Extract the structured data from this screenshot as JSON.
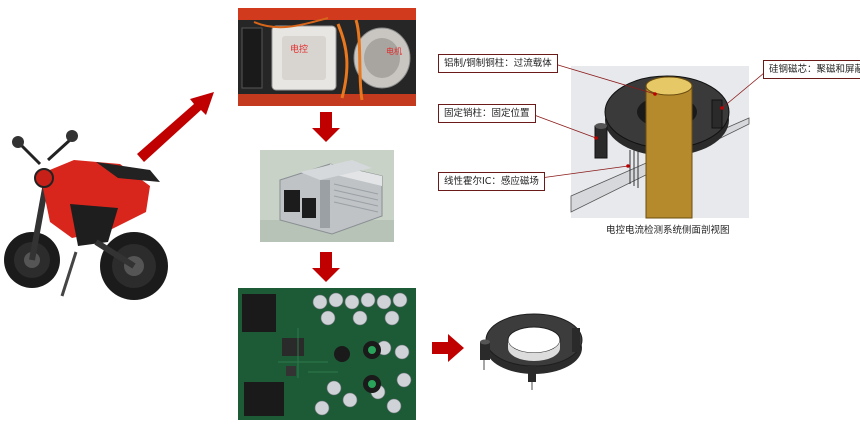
{
  "photos": {
    "motorcycle": {
      "label": "electric-motorcycle"
    },
    "engine_bay": {
      "overlay_left": "电控",
      "overlay_right": "电机"
    },
    "controller_unit": {},
    "circuit_board": {},
    "sensor_ring": {}
  },
  "arrows": {
    "color": "#c00000"
  },
  "diagram": {
    "callouts": {
      "copper_post": "铝制/铜制铜柱：过流载体",
      "fixed_pin": "固定销柱：固定位置",
      "hall_ic": "线性霍尔IC：感应磁场",
      "silicon_core": "硅钢磁芯：聚磁和屏蔽"
    },
    "caption": "电控电流检测系统侧面剖视图",
    "leader_color": "#8b1a1a"
  }
}
